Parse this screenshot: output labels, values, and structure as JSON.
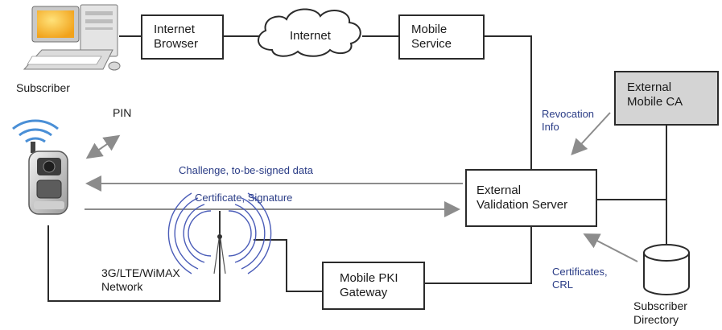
{
  "boxes": {
    "internet_browser": [
      "Internet",
      "Browser"
    ],
    "mobile_service": [
      "Mobile",
      "Service"
    ],
    "external_mobile_ca": [
      "External",
      "Mobile CA"
    ],
    "external_validation_server": [
      "External",
      "Validation Server"
    ],
    "mobile_pki_gateway": [
      "Mobile PKI",
      "Gateway"
    ]
  },
  "cloud_label": "Internet",
  "labels": {
    "subscriber": "Subscriber",
    "pin": "PIN",
    "revocation_info": [
      "Revocation",
      "Info"
    ],
    "challenge": "Challenge, to-be-signed data",
    "certificate_signature": "Certificate, Signature",
    "network": [
      "3G/LTE/WiMAX",
      "Network"
    ],
    "certificates_crl": [
      "Certificates,",
      "CRL"
    ],
    "subscriber_directory": [
      "Subscriber",
      "Directory"
    ]
  },
  "colors": {
    "line": "#2b2b2b",
    "arrow_gray": "#8c8c8c",
    "flow_text": "#2a3c86",
    "ca_fill": "#d4d4d4",
    "tower_waves": "#4a5cb8"
  }
}
